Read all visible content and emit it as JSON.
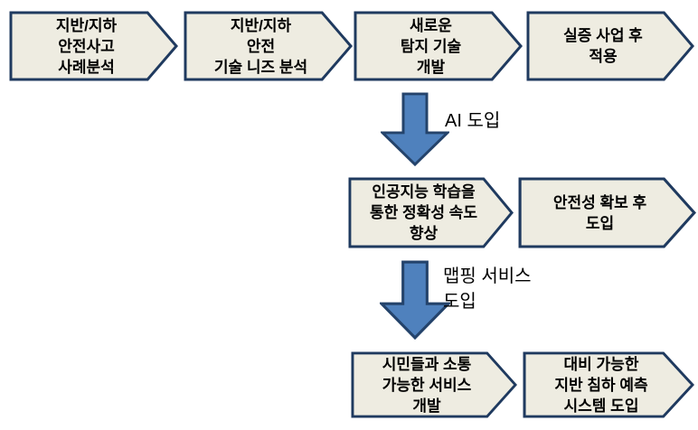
{
  "colors": {
    "background": "#FFFFFF",
    "box_fill": "#EEECE1",
    "box_border": "#1F3A5F",
    "arrow_fill": "#4F81BD",
    "arrow_border": "#24436B",
    "text": "#000000"
  },
  "boxes": [
    {
      "lines": [
        "지반/지하",
        "안전사고",
        "사례분석"
      ]
    },
    {
      "lines": [
        "지반/지하",
        "안전",
        "기술 니즈 분석"
      ]
    },
    {
      "lines": [
        "새로운",
        "탐지 기술",
        "개발"
      ]
    },
    {
      "lines": [
        "실증 사업 후",
        "적용"
      ]
    },
    {
      "lines": [
        "인공지능 학습을",
        "통한 정확성 속도",
        "향상"
      ]
    },
    {
      "lines": [
        "안전성 확보 후",
        "도입"
      ]
    },
    {
      "lines": [
        "시민들과 소통",
        "가능한 서비스",
        "개발"
      ]
    },
    {
      "lines": [
        "대비 가능한",
        "지반 침하 예측",
        "시스템 도입"
      ]
    }
  ],
  "arrows": [
    {
      "label_lines": [
        "AI 도입"
      ]
    },
    {
      "label_lines": [
        "맵핑 서비스",
        "도입"
      ]
    }
  ]
}
